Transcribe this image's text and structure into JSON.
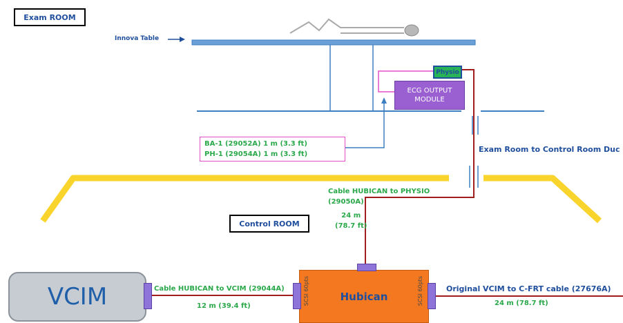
{
  "rooms": {
    "exam": "Exam ROOM",
    "control": "Control ROOM"
  },
  "table": {
    "label": "Innova Table",
    "arrow": "→"
  },
  "modules": {
    "physio": "Physio",
    "ecg_line1": "ECG OUTPUT",
    "ecg_line2": "MODULE",
    "vcim": "VCIM",
    "hubican": "Hubican",
    "scsi_left": "SCSI 60pts",
    "scsi_right": "SCSI 60pts"
  },
  "cables": {
    "ba1": "BA-1 (29052A)  1 m (3.3 ft)",
    "ph1": "PH-1 (29054A)  1 m (3.3 ft)",
    "duct": "Exam Room to Control Room Duc",
    "physio_line1": "Cable HUBICAN to PHYSIO",
    "physio_line2": "(29050A)",
    "physio_line3": "24 m",
    "physio_line4": "(78.7 ft)",
    "vcim_line1": "Cable HUBICAN to VCIM (29044A)",
    "vcim_line2": "12 m (39.4 ft)",
    "cfrt_line1": "Original VCIM to C-FRT cable (27676A)",
    "cfrt_line2": "24 m (78.7 ft)"
  },
  "colors": {
    "wall": "#f9d42c",
    "blue_line": "#3c7fc0",
    "cable": "#a11d1d",
    "pink": "#e24ec8",
    "hubican": "#f3781f",
    "ecg": "#9a5fd0",
    "physio": "#29b357"
  }
}
